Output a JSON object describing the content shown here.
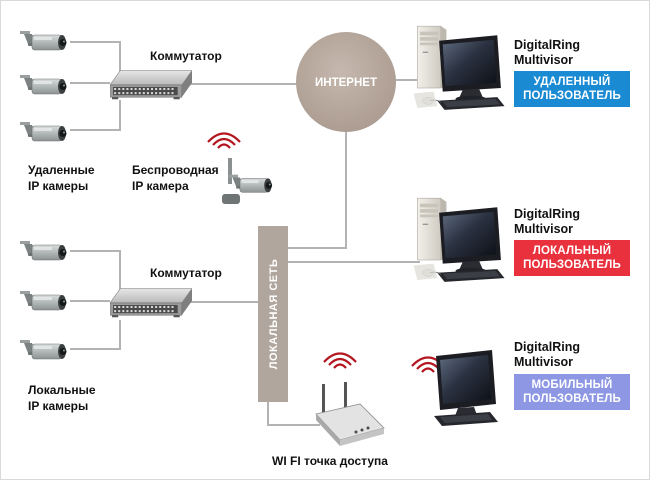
{
  "colors": {
    "background": "#ffffff",
    "wire": "#b3b3b3",
    "internet_cloud": "#b9aaa0",
    "lan_bar": "#b1a69d",
    "badge_remote": "#1a8ad3",
    "badge_local": "#e8313c",
    "badge_mobile": "#8d97e4",
    "wireless_signal": "#b4161f"
  },
  "internet": {
    "label": "ИНТЕРНЕТ"
  },
  "lan_bus": {
    "label": "ЛОКАЛЬНАЯ СЕТЬ"
  },
  "top_group": {
    "switch_label": "Коммутатор",
    "cameras_label_line1": "Удаленные",
    "cameras_label_line2": "IP камеры",
    "wireless_camera_line1": "Беспроводная",
    "wireless_camera_line2": "IP камера"
  },
  "bottom_group": {
    "switch_label": "Коммутатор",
    "cameras_label_line1": "Локальные",
    "cameras_label_line2": "IP камеры"
  },
  "wifi": {
    "label": "WI FI точка доступа"
  },
  "users": [
    {
      "product_line1": "DigitalRing",
      "product_line2": "Multivisor",
      "role_line1": "УДАЛЕННЫЙ",
      "role_line2": "ПОЛЬЗОВАТЕЛЬ",
      "color": "#1a8ad3",
      "icon": "desktop-computer-icon"
    },
    {
      "product_line1": "DigitalRing",
      "product_line2": "Multivisor",
      "role_line1": "ЛОКАЛЬНЫЙ",
      "role_line2": "ПОЛЬЗОВАТЕЛЬ",
      "color": "#e8313c",
      "icon": "desktop-computer-icon"
    },
    {
      "product_line1": "DigitalRing",
      "product_line2": "Multivisor",
      "role_line1": "МОБИЛЬНЫЙ",
      "role_line2": "ПОЛЬЗОВАТЕЛЬ",
      "color": "#8d97e4",
      "icon": "monitor-icon"
    }
  ]
}
